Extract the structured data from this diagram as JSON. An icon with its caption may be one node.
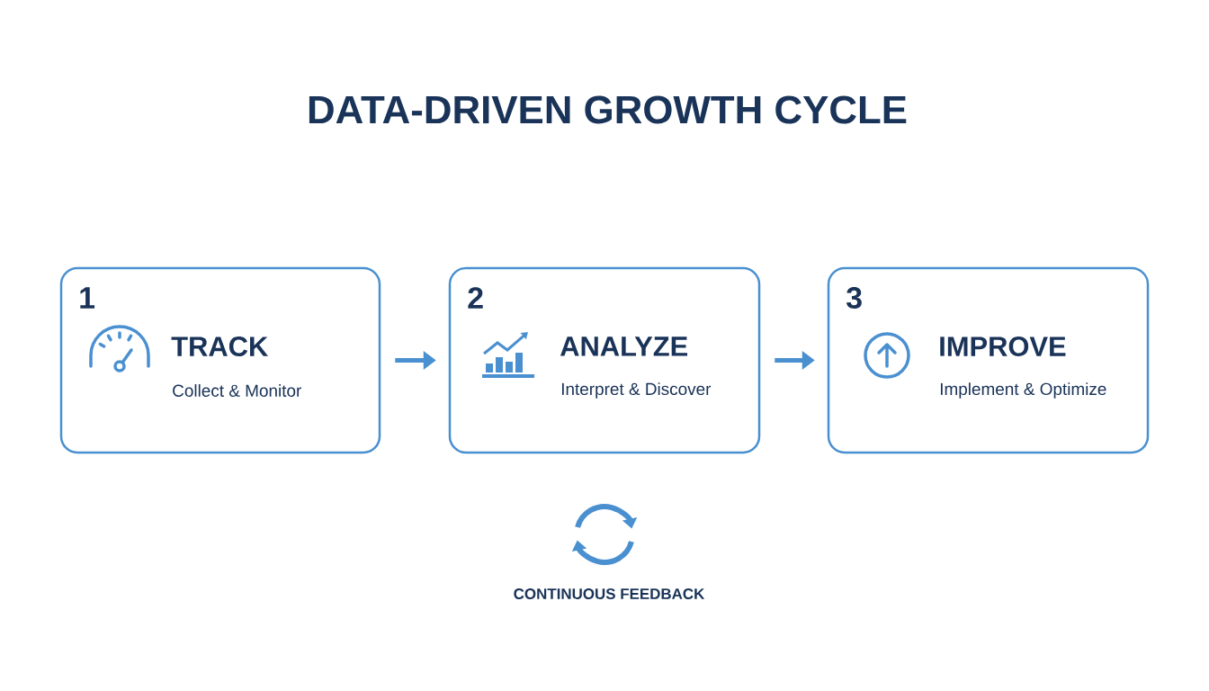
{
  "diagram": {
    "title": "DATA-DRIVEN GROWTH CYCLE",
    "nodes": [
      {
        "text": [
          "1",
          "TRACK",
          "Collect & Monitor"
        ]
      },
      {
        "text": [
          "2",
          "ANALYZE",
          "Interpret & Discover"
        ]
      },
      {
        "text": [
          "3",
          "IMPROVE",
          "Implement & Optimize"
        ]
      }
    ],
    "edges": [
      {
        "from": 0,
        "to": 1,
        "arrow": "to"
      },
      {
        "from": 1,
        "to": 2,
        "arrow": "to"
      }
    ],
    "labels": [
      "CONTINUOUS FEEDBACK"
    ]
  }
}
